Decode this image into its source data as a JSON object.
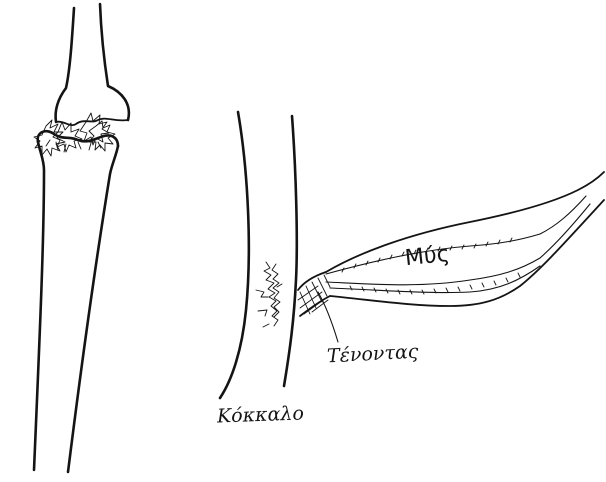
{
  "labels": {
    "muscle": "Μύς",
    "tendon": "Τένοντας",
    "bone": "Κόκκαλο"
  },
  "colors": {
    "ink": "#141414",
    "paper": "#ffffff"
  }
}
